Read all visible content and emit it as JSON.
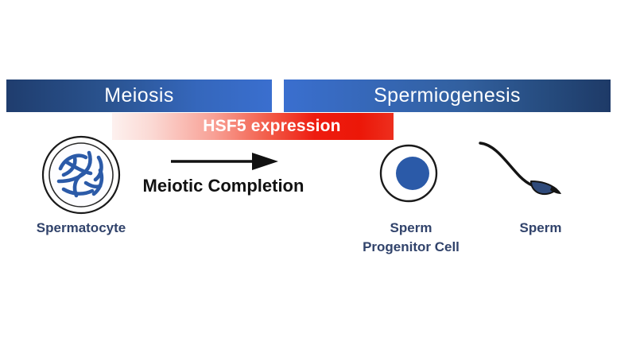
{
  "diagram": {
    "title_banners": [
      {
        "id": "meiosis",
        "label": "Meiosis"
      },
      {
        "id": "spermiogenesis",
        "label": "Spermiogenesis"
      }
    ],
    "expression_bar": {
      "label": "HSF5 expression",
      "gradient_start_color": "#fdf1ef",
      "gradient_end_color": "#ec1708"
    },
    "transition": {
      "label": "Meiotic Completion",
      "arrow_direction": "right",
      "arrow_color": "#111111"
    },
    "stages": [
      {
        "id": "spermatocyte",
        "caption_line1": "Spermatocyte",
        "caption_line2": "",
        "cell_outline_color": "#1a1a1a",
        "chromatin_color": "#2b5aa8"
      },
      {
        "id": "sperm-progenitor-cell",
        "caption_line1": "Sperm",
        "caption_line2": "Progenitor Cell",
        "cell_outline_color": "#1a1a1a",
        "nucleus_color": "#2b5aa8"
      },
      {
        "id": "sperm",
        "caption_line1": "Sperm",
        "caption_line2": "",
        "head_color": "#2f4a7a",
        "tail_color": "#141414"
      }
    ],
    "colors": {
      "banner_dark_blue": "#1f3d6e",
      "banner_light_blue": "#3a6fcf",
      "caption_text": "#31436b",
      "background": "#ffffff"
    }
  }
}
